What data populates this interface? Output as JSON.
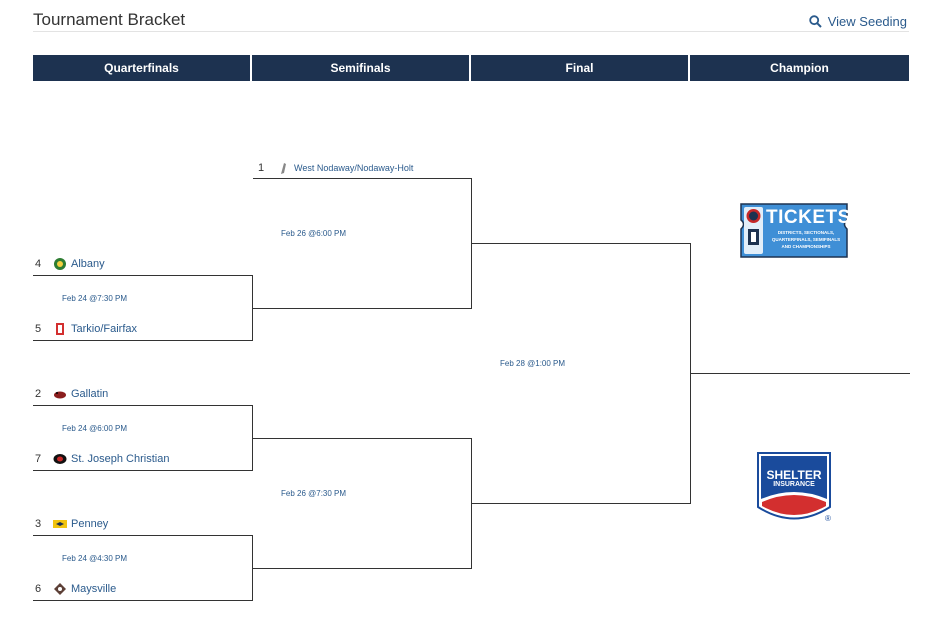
{
  "page": {
    "title": "Tournament Bracket",
    "view_seeding": "View Seeding"
  },
  "headers": [
    "Quarterfinals",
    "Semifinals",
    "Final",
    "Champion"
  ],
  "quarterfinals": [
    {
      "top": {
        "seed": "4",
        "name": "Albany"
      },
      "bottom": {
        "seed": "5",
        "name": "Tarkio/Fairfax"
      },
      "time": "Feb 24 @7:30 PM"
    },
    {
      "top": {
        "seed": "2",
        "name": "Gallatin"
      },
      "bottom": {
        "seed": "7",
        "name": "St. Joseph Christian"
      },
      "time": "Feb 24 @6:00 PM"
    },
    {
      "top": {
        "seed": "3",
        "name": "Penney"
      },
      "bottom": {
        "seed": "6",
        "name": "Maysville"
      },
      "time": "Feb 24 @4:30 PM"
    }
  ],
  "semifinals": [
    {
      "top": {
        "seed": "1",
        "name": "West Nodaway/Nodaway-Holt"
      },
      "time": "Feb 26 @6:00 PM"
    },
    {
      "time": "Feb 26 @7:30 PM"
    }
  ],
  "final": {
    "time": "Feb 28 @1:00 PM"
  },
  "ads": {
    "tickets": {
      "headline": "TICKETS",
      "line1": "DISTRICTS, SECTIONALS,",
      "line2": "QUARTERFINALS, SEMIFINALS",
      "line3": "AND CHAMPIONSHIPS"
    },
    "shelter": {
      "line1": "SHELTER",
      "line2": "INSURANCE",
      "mark": "®"
    }
  }
}
